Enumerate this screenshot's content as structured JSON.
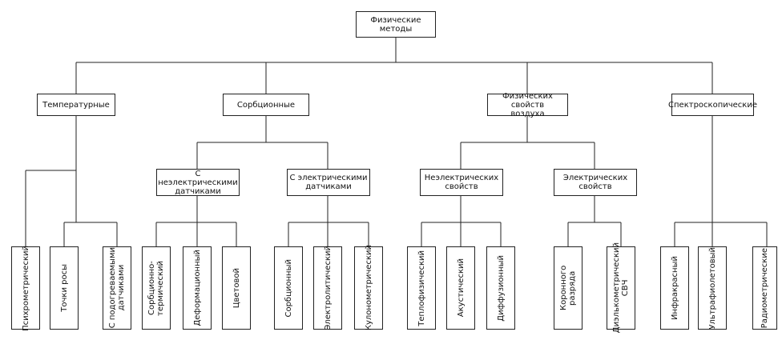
{
  "root": "Физические методы",
  "level1": {
    "temperature": "Температурные",
    "sorption": "Сорбционные",
    "air_props": "Физических свойств\nвоздуха",
    "spectro": "Спектроскопические"
  },
  "level2": {
    "non_electric_sensors": "С неэлектрическими\nдатчиками",
    "electric_sensors": "С электрическими\nдатчиками",
    "non_electric_props": "Неэлектрических\nсвойств",
    "electric_props": "Электрических\nсвойств"
  },
  "leaves": {
    "psychrometric": "Психрометрический",
    "dew_point": "Точки росы",
    "heated_sensors": "С подогреваемыми\nдатчиками",
    "sorption_thermal": "Сорбционно-\nтермический",
    "deformation": "Деформационный",
    "color": "Цветовой",
    "sorptional": "Сорбционный",
    "electrolytic": "Электролитический",
    "coulometric": "Кулонометрический",
    "thermophysical": "Теплофизический",
    "acoustic": "Акустический",
    "diffusion": "Диффузионный",
    "corona": "Коронного разряда",
    "dielectrometric": "Диэлькометрический\nСВЧ",
    "infrared": "Инфракрасный",
    "ultraviolet": "Ультрафиолетовый",
    "radiometric": "Радиометрические"
  }
}
